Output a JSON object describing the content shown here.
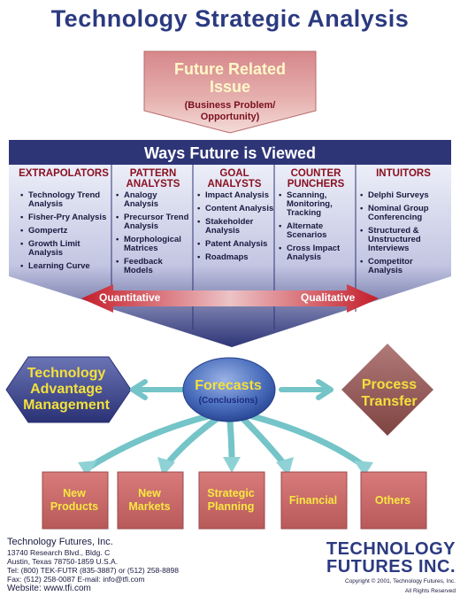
{
  "title": "Technology Strategic Analysis",
  "issue": {
    "title_line1": "Future Related",
    "title_line2": "Issue",
    "subtitle_line1": "(Business Problem/",
    "subtitle_line2": "Opportunity)"
  },
  "banner": "Ways Future is Viewed",
  "columns": [
    {
      "head1": "EXTRAPOLATORS",
      "head2": "",
      "items": [
        "Technology Trend Analysis",
        "Fisher-Pry Analysis",
        "Gompertz",
        "Growth Limit Analysis",
        "Learning Curve"
      ]
    },
    {
      "head1": "PATTERN",
      "head2": "ANALYSTS",
      "items": [
        "Analogy Analysis",
        "Precursor Trend Analysis",
        "Morphological Matrices",
        "Feedback Models"
      ]
    },
    {
      "head1": "GOAL",
      "head2": "ANALYSTS",
      "items": [
        "Impact Analysis",
        "Content Analysis",
        "Stakeholder Analysis",
        "Patent Analysis",
        "Roadmaps"
      ]
    },
    {
      "head1": "COUNTER",
      "head2": "PUNCHERS",
      "items": [
        "Scanning, Monitoring, Tracking",
        "Alternate Scenarios",
        "Cross Impact Analysis"
      ]
    },
    {
      "head1": "INTUITORS",
      "head2": "",
      "items": [
        "Delphi Surveys",
        "Nominal Group Conferencing",
        "Structured & Unstructured Interviews",
        "Competitor Analysis"
      ]
    }
  ],
  "scale": {
    "left": "Quantitative",
    "right": "Qualitative"
  },
  "hex_left": {
    "line1": "Technology",
    "line2": "Advantage",
    "line3": "Management"
  },
  "forecast": {
    "title": "Forecasts",
    "subtitle": "(Conclusions)"
  },
  "diamond_right": {
    "line1": "Process",
    "line2": "Transfer"
  },
  "outputs": [
    {
      "line1": "New",
      "line2": "Products"
    },
    {
      "line1": "New",
      "line2": "Markets"
    },
    {
      "line1": "Strategic",
      "line2": "Planning"
    },
    {
      "line1": "Financial",
      "line2": ""
    },
    {
      "line1": "Others",
      "line2": ""
    }
  ],
  "footer": {
    "company": "Technology Futures, Inc.",
    "address1": "13740 Research Blvd., Bldg. C",
    "address2": "Austin, Texas  78750-1859 U.S.A.",
    "tel": "Tel: (800) TEK-FUTR (835-3887) or (512) 258-8898",
    "fax": "Fax: (512) 258-0087  E-mail:  info@tfi.com",
    "website": "Website: www.tfi.com"
  },
  "logo": {
    "line1": "TECHNOLOGY",
    "line2": "FUTURES INC.",
    "copyright": "Copyright © 2001, Technology Futures, Inc.",
    "rights": "All Rights Reserved"
  },
  "colors": {
    "title": "#2b3a80",
    "banner": "#2e3577",
    "funnel_light": "#e4e6f4",
    "accent_red": "#c41e2a",
    "highlight_yellow": "#f4e03c",
    "output_box": "#c96e6e"
  }
}
